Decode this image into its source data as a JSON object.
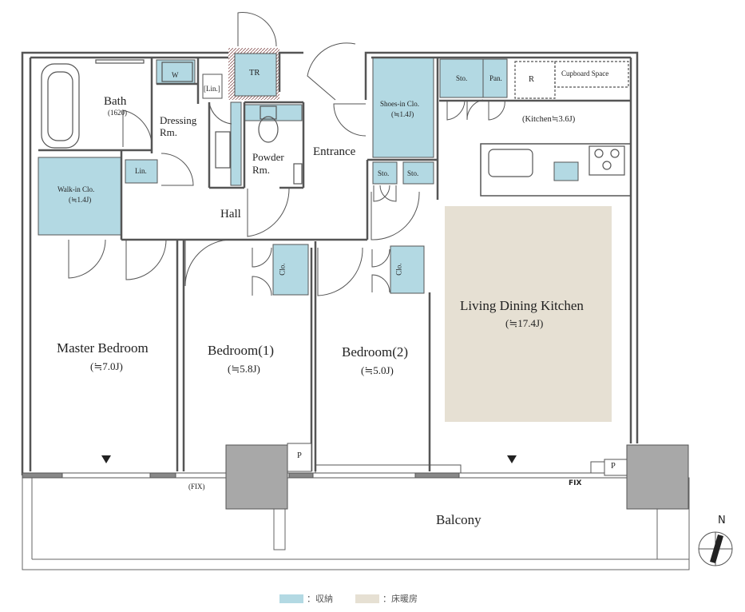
{
  "rooms": {
    "bath": "Bath",
    "bath_size": "(1620)",
    "dressing_1": "Dressing",
    "dressing_2": "Rm.",
    "w": "W",
    "lin_upper": "[Lin.]",
    "tr": "TR",
    "powder_1": "Powder",
    "powder_2": "Rm.",
    "entrance": "Entrance",
    "shoes_1": "Shoes-in Clo.",
    "shoes_2": "(≒1.4J)",
    "sto_1": "Sto.",
    "pan": "Pan.",
    "r": "R",
    "cupboard": "Cupboard Space",
    "kitchen": "(Kitchen≒3.6J)",
    "walkin_1": "Walk-in Clo.",
    "walkin_2": "(≒1.4J)",
    "lin_lower": "Lin.",
    "hall": "Hall",
    "sto_2": "Sto.",
    "sto_3": "Sto.",
    "clo_1": "Clo.",
    "clo_2": "Clo.",
    "ldk_1": "Living Dining Kitchen",
    "ldk_2": "(≒17.4J)",
    "master_1": "Master Bedroom",
    "master_2": "(≒7.0J)",
    "bed1_1": "Bedroom(1)",
    "bed1_2": "(≒5.8J)",
    "bed2_1": "Bedroom(2)",
    "bed2_2": "(≒5.0J)",
    "p_1": "P",
    "p_2": "P",
    "fix_1": "(FIX)",
    "fix_2": "FIX",
    "balcony": "Balcony"
  },
  "compass": "N",
  "legend": {
    "storage": "：収納",
    "floor_heating": "：床暖房"
  },
  "colors": {
    "storage": "#b3d9e3",
    "floor_heating": "#e6e0d3",
    "wall": "#555555",
    "column": "#a8a8a8"
  }
}
